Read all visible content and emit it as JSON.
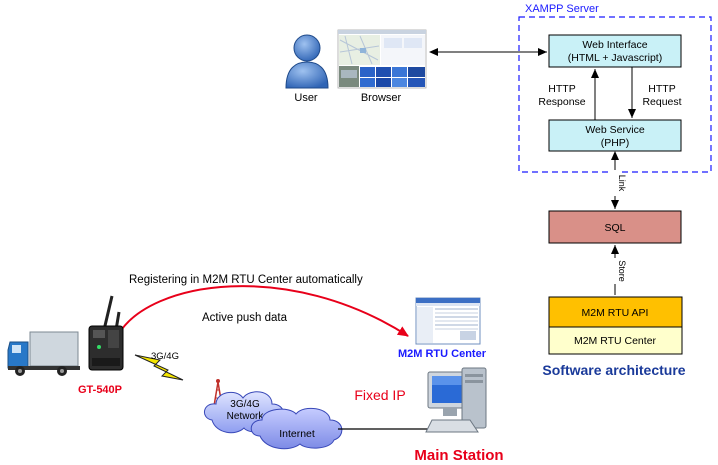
{
  "server": {
    "title": "XAMPP Server",
    "web_interface_line1": "Web Interface",
    "web_interface_line2": "(HTML + Javascript)",
    "http_response_line1": "HTTP",
    "http_response_line2": "Response",
    "http_request_line1": "HTTP",
    "http_request_line2": "Request",
    "web_service_line1": "Web Service",
    "web_service_line2": "(PHP)"
  },
  "client": {
    "user_label": "User",
    "browser_label": "Browser"
  },
  "stack": {
    "link_label": "Link",
    "sql_label": "SQL",
    "store_label": "Store",
    "api_label": "M2M RTU API",
    "center_label": "M2M RTU Center",
    "caption": "Software architecture"
  },
  "field": {
    "registering_text": "Registering in M2M RTU Center automatically",
    "push_text": "Active push data",
    "m2m_center_label": "M2M RTU Center",
    "device_label": "GT-540P",
    "network_type": "3G/4G",
    "cloud_network_line1": "3G/4G",
    "cloud_network_line2": "Network",
    "internet_label": "Internet",
    "fixed_ip_label": "Fixed IP",
    "main_station_label": "Main Station"
  },
  "colors": {
    "dashed_border": "#1a1aff",
    "box_fill": "#c9f1f7",
    "sql_fill": "#d99088",
    "api_fill": "#ffc000",
    "center_fill": "#ffffcc",
    "red_text": "#e8001a",
    "blue_text": "#1a3a9a",
    "server_title": "#1a1aff"
  }
}
